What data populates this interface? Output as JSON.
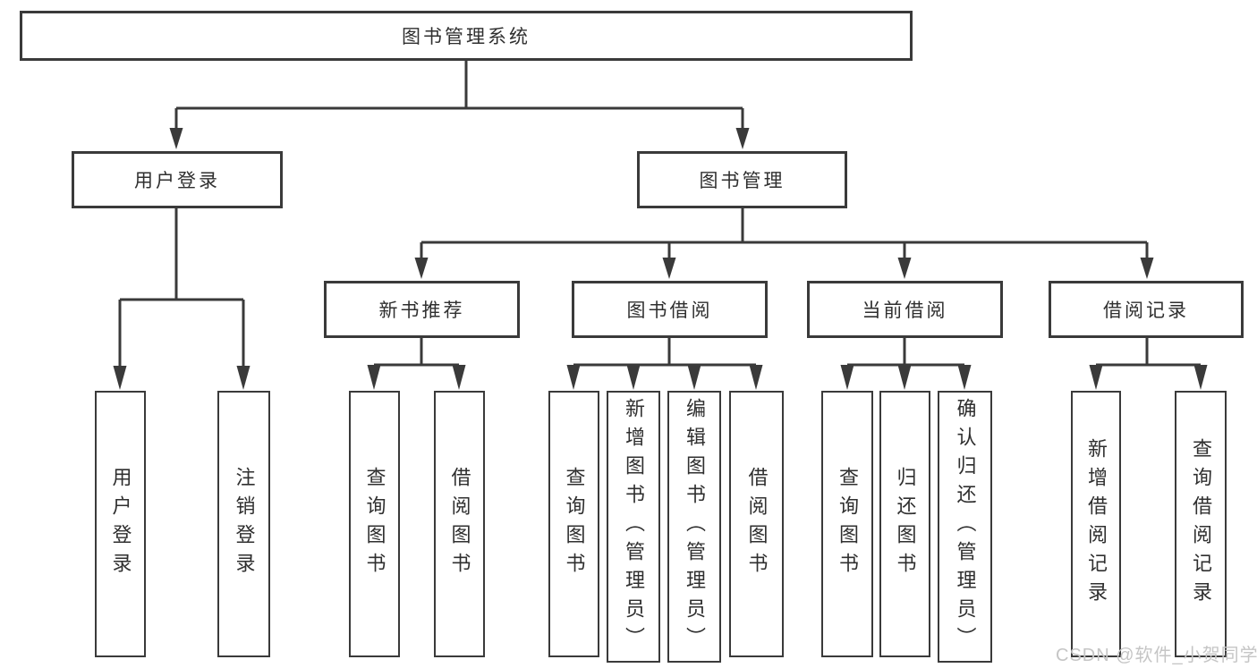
{
  "nodes": {
    "root": "图书管理系统",
    "user_login": "用户登录",
    "book_management": "图书管理",
    "new_book_recommend": "新书推荐",
    "book_borrow": "图书借阅",
    "current_borrow": "当前借阅",
    "borrow_records": "借阅记录",
    "leaf_user_login": "用户登录",
    "leaf_logout": "注销登录",
    "leaf_nb_query_book": "查询图书",
    "leaf_nb_borrow_book": "借阅图书",
    "leaf_bb_query_book": "查询图书",
    "leaf_bb_add_book": "新增图书（管理员）",
    "leaf_bb_edit_book": "编辑图书（管理员）",
    "leaf_bb_borrow_book": "借阅图书",
    "leaf_cb_query_book": "查询图书",
    "leaf_cb_return_book": "归还图书",
    "leaf_cb_confirm_return": "确认归还（管理员）",
    "leaf_br_add_record": "新增借阅记录",
    "leaf_br_query_record": "查询借阅记录"
  },
  "watermark": "CSDN @软件_小贺同学",
  "colors": {
    "line": "#3a3a3a",
    "box_border": "#3a3a3a",
    "text": "#2f2f2f",
    "watermark": "#c5c5c5",
    "background": "#ffffff"
  }
}
